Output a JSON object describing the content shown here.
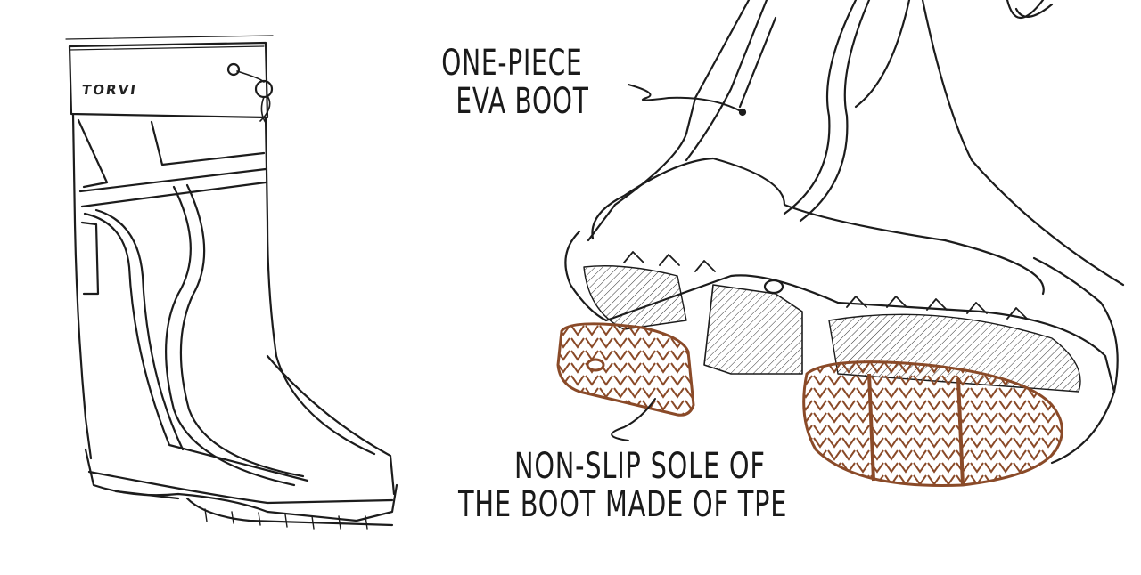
{
  "brand": "TORVI",
  "callouts": {
    "boot_line1": "ONE-PIECE",
    "boot_line2": "EVA BOOT",
    "sole_line1": "NON-SLIP SOLE OF",
    "sole_line2": "THE BOOT MADE OF TPE"
  },
  "colors": {
    "line": "#1c1c1c",
    "sole_accent": "#8a4a28"
  }
}
